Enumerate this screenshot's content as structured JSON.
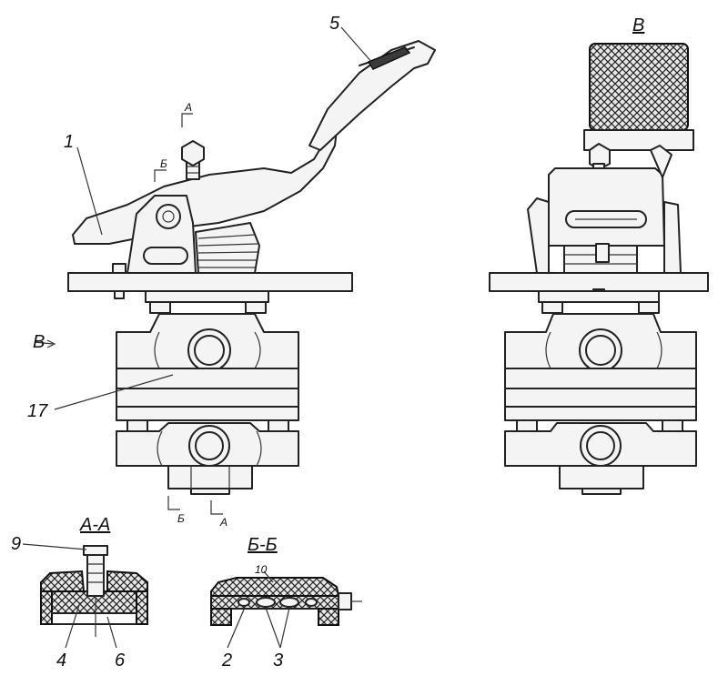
{
  "labels": {
    "part_1": "1",
    "part_5": "5",
    "part_17": "17",
    "part_9": "9",
    "part_4": "4",
    "part_6": "6",
    "part_2": "2",
    "part_3": "3",
    "part_10": "10",
    "arrow_b": "В",
    "cut_a_top": "А",
    "cut_b_top": "Б",
    "cut_b_bottom": "Б",
    "cut_a_bottom": "А"
  },
  "titles": {
    "view_b": "В",
    "section_aa": "А-А",
    "section_bb": "Б-Б"
  }
}
